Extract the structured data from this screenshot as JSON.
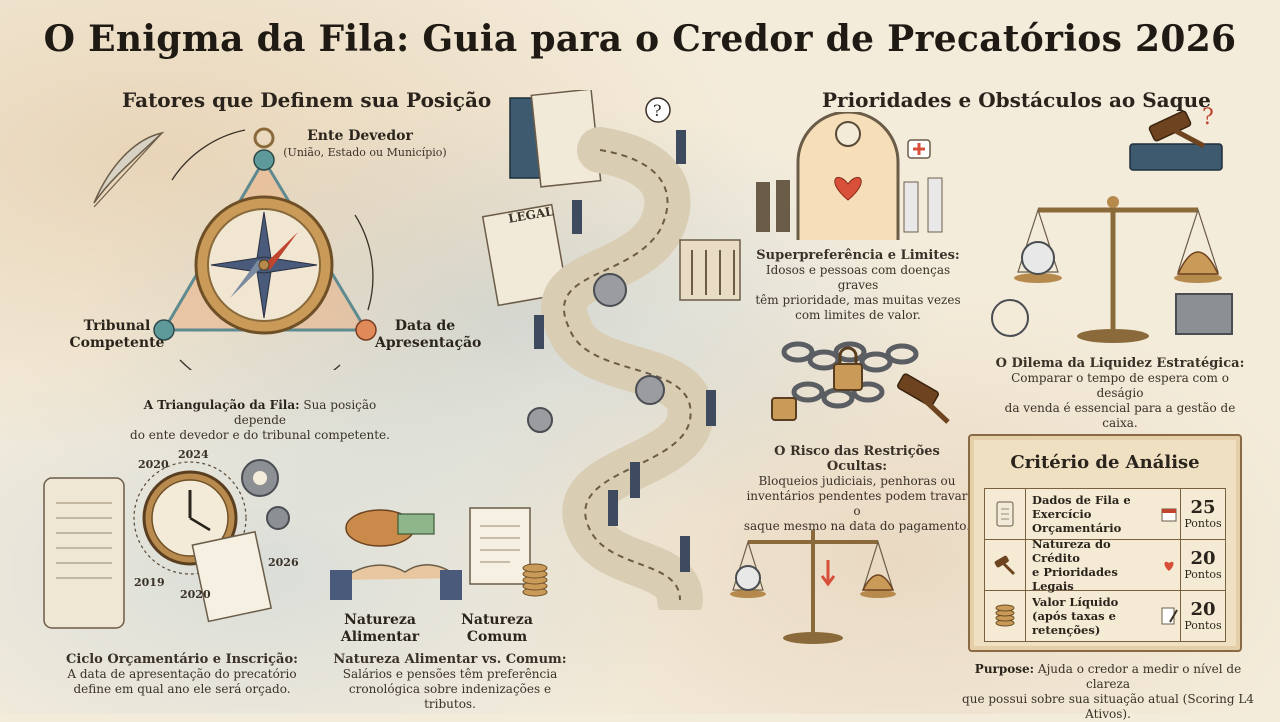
{
  "title": "O Enigma da Fila: Guia para o Credor de Precatórios 2026",
  "left_section": {
    "title": "Fatores que Definem sua Posição",
    "ente": {
      "label": "Ente Devedor",
      "sub": "(União, Estado ou Município)"
    },
    "tribunal": "Tribunal Competente",
    "data": "Data de Apresentação",
    "triang_title": "A Triangulação da Fila:",
    "triang_text_1": "Sua posição depende",
    "triang_text_2": "do ente devedor e do tribunal competente."
  },
  "cycle": {
    "years": [
      "2020",
      "2024",
      "2026",
      "2019",
      "2020"
    ],
    "title": "Ciclo Orçamentário e Inscrição:",
    "line1": "A data de apresentação do precatório",
    "line2": "define em qual ano ele será orçado."
  },
  "nature": {
    "alimentar_1": "Natureza",
    "alimentar_2": "Alimentar",
    "comum_1": "Natureza",
    "comum_2": "Comum",
    "title": "Natureza Alimentar vs. Comum:",
    "line1": "Salários e pensões têm preferência",
    "line2": "cronológica sobre indenizações e tributos."
  },
  "center": {
    "legal_label": "LEGAL"
  },
  "right_section": {
    "title": "Prioridades e Obstáculos ao Saque",
    "super_title": "Superpreferência e Limites:",
    "super_1": "Idosos e pessoas com doenças graves",
    "super_2": "têm prioridade, mas muitas vezes",
    "super_3": "com limites de valor.",
    "risk_title": "O Risco das Restrições Ocultas:",
    "risk_1": "Bloqueios judiciais, penhoras ou",
    "risk_2": "inventários pendentes podem travar o",
    "risk_3": "saque mesmo na data do pagamento.",
    "liq_title": "O Dilema da Liquidez Estratégica:",
    "liq_1": "Comparar o tempo de espera com o deságio",
    "liq_2": "da venda é essencial para a gestão de caixa."
  },
  "analysis": {
    "title": "Critério de Análise",
    "rows": [
      {
        "label_1": "Dados de Fila e",
        "label_2": "Exercício Orçamentário",
        "points": "25",
        "unit": "Pontos"
      },
      {
        "label_1": "Natureza do Crédito",
        "label_2": "e Prioridades Legais",
        "points": "20",
        "unit": "Pontos"
      },
      {
        "label_1": "Valor Líquido",
        "label_2": "(após taxas e retenções)",
        "points": "20",
        "unit": "Pontos"
      }
    ],
    "purpose_label": "Purpose:",
    "purpose_1": "Ajuda o credor a medir o nível de clareza",
    "purpose_2": "que possui sobre sua situação atual (Scoring L4 Ativos)."
  },
  "colors": {
    "accent_teal": "#5f9a9a",
    "accent_orange": "#e08a5a",
    "brass": "#b58a4c",
    "ink": "#2a241c"
  }
}
